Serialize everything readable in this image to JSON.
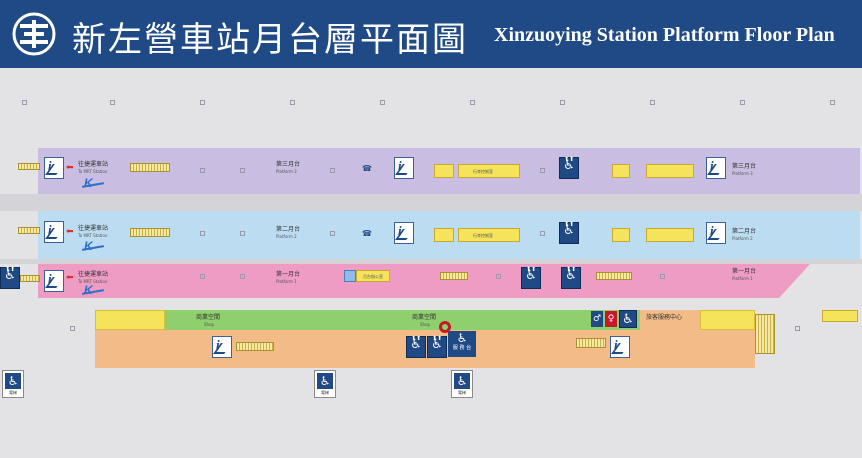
{
  "header": {
    "logo": "taiwan-railway-logo",
    "title_zh": "新左營車站月台層平面圖",
    "title_en": "Xinzuoying Station Platform Floor Plan"
  },
  "platforms": {
    "p3": {
      "zh": "第三月台",
      "en": "Platform 3"
    },
    "p2": {
      "zh": "第二月台",
      "en": "Platform 2"
    },
    "p1": {
      "zh": "第一月台",
      "en": "Platform 1"
    }
  },
  "mrt": {
    "zh": "往捷運車站",
    "en": "To MRT Station"
  },
  "rooms": {
    "luggage": "行李控制室",
    "office": "月台辦公室",
    "shop": "商業空間",
    "shop_en": "Shop",
    "info_center": "旅客服務中心"
  },
  "service_desk": "服 務 台",
  "accessible_label": "電梯",
  "colors": {
    "header": "#1f4a86",
    "platform_3": "#c9bde1",
    "platform_2": "#bcdcf2",
    "platform_1": "#ef9cc4",
    "concourse_green": "#8fcf6d",
    "concourse_orange": "#f2bb88",
    "shop_yellow": "#f4e35b",
    "here_marker": "#c8162a"
  }
}
